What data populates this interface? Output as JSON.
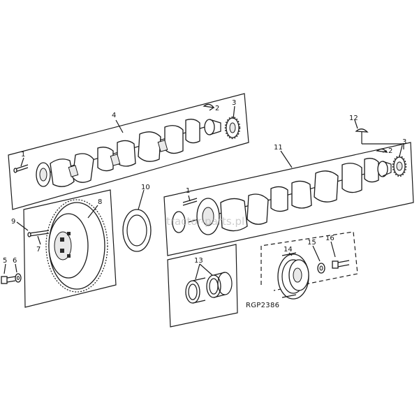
{
  "diagram": {
    "reference_code": "RGP2386",
    "watermark": "tractor-parts.pl",
    "callouts": {
      "c1a": "1",
      "c2a": "2",
      "c3a": "3",
      "c4": "4",
      "c5": "5",
      "c6": "6",
      "c7": "7",
      "c8": "8",
      "c9": "9",
      "c10": "10",
      "c11": "11",
      "c12": "12",
      "c1b": "1",
      "c2b": "2",
      "c3b": "3",
      "c13": "13",
      "c14": "14",
      "c15": "15",
      "c16": "16"
    }
  },
  "colors": {
    "ink": "#1a1a1a",
    "paper": "#ffffff",
    "watermark": "#bdbdbd"
  }
}
